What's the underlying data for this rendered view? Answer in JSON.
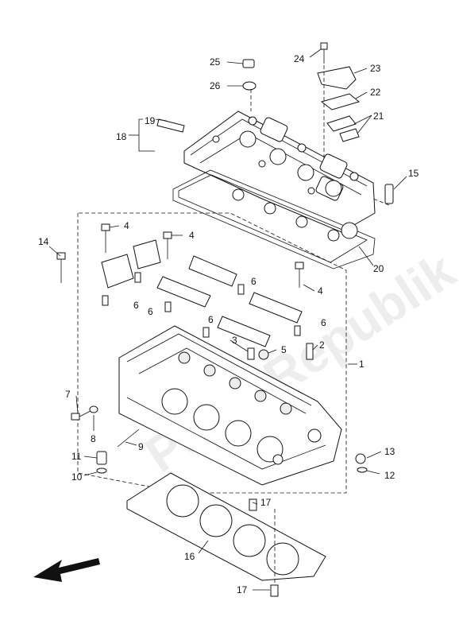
{
  "watermark": "Parts Republik",
  "callouts": {
    "c1": "1",
    "c2": "2",
    "c3": "3",
    "c4a": "4",
    "c4b": "4",
    "c4c": "4",
    "c5": "5",
    "c6a": "6",
    "c6b": "6",
    "c6c": "6",
    "c6d": "6",
    "c6e": "6",
    "c7": "7",
    "c8": "8",
    "c9": "9",
    "c10": "10",
    "c11": "11",
    "c12": "12",
    "c13": "13",
    "c14": "14",
    "c15": "15",
    "c16": "16",
    "c17a": "17",
    "c17b": "17",
    "c18": "18",
    "c19": "19",
    "c20": "20",
    "c21": "21",
    "c22": "22",
    "c23": "23",
    "c24": "24",
    "c25": "25",
    "c26": "26"
  },
  "icons": {
    "front_arrow": "arrow-left-down-icon"
  }
}
